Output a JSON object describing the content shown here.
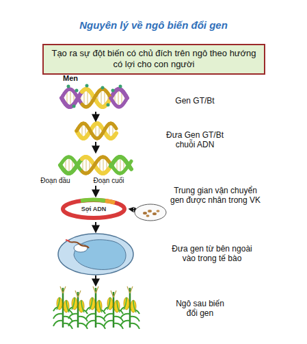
{
  "diagram": {
    "title": "Nguyên lý về ngô biến đổi gen",
    "nodes": [
      {
        "text": [
          "Tạo ra sự đột biến có chủ đích trên ngô theo hướng có lợi cho con người"
        ]
      },
      {
        "text": [
          "Sợi ADN"
        ]
      }
    ],
    "labels": [
      "Men",
      "Gen GT/Bt",
      "Đưa Gen GT/Bt chuỗi ADN",
      "Đoạn đầu",
      "Đoạn cuối",
      "Trung gian vận chuyển gen được nhân trong VK",
      "Đưa gen từ bên ngoài vào trong tế bào",
      "Ngô sau biến đổi gen"
    ]
  }
}
